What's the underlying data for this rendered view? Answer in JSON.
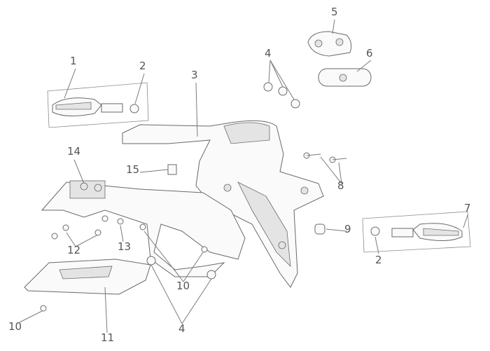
{
  "diagram": {
    "type": "exploded parts diagram",
    "callouts": [
      "1",
      "2",
      "3",
      "4",
      "5",
      "6",
      "7",
      "8",
      "9",
      "2",
      "10",
      "10",
      "11",
      "4",
      "12",
      "13",
      "14",
      "15"
    ]
  }
}
